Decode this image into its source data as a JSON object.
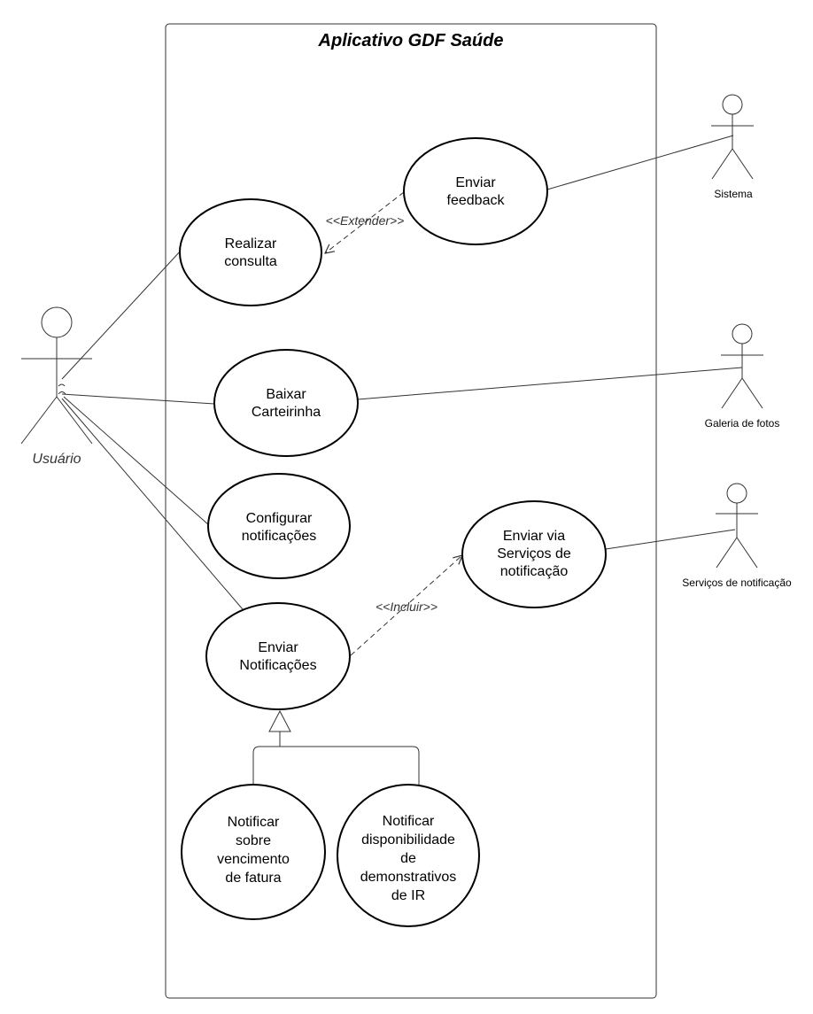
{
  "system": {
    "title": "Aplicativo GDF Saúde"
  },
  "actors": {
    "usuario": "Usuário",
    "sistema": "Sistema",
    "galeria": "Galeria de fotos",
    "servicos": "Serviços de notificação"
  },
  "usecases": {
    "realizar": [
      "Realizar",
      "consulta"
    ],
    "feedback": [
      "Enviar",
      "feedback"
    ],
    "baixar": [
      "Baixar",
      "Carteirinha"
    ],
    "configurar": [
      "Configurar",
      "notificações"
    ],
    "via": [
      "Enviar via",
      "Serviços de",
      "notificação"
    ],
    "notificacoes": [
      "Enviar",
      "Notificações"
    ],
    "fatura": [
      "Notificar",
      "sobre",
      "vencimento",
      "de fatura"
    ],
    "ir": [
      "Notificar",
      "disponibilidade",
      "de",
      "demonstrativos",
      "de IR"
    ]
  },
  "relations": {
    "extend": "<<Extender>>",
    "include": "<<Incluir>>"
  }
}
